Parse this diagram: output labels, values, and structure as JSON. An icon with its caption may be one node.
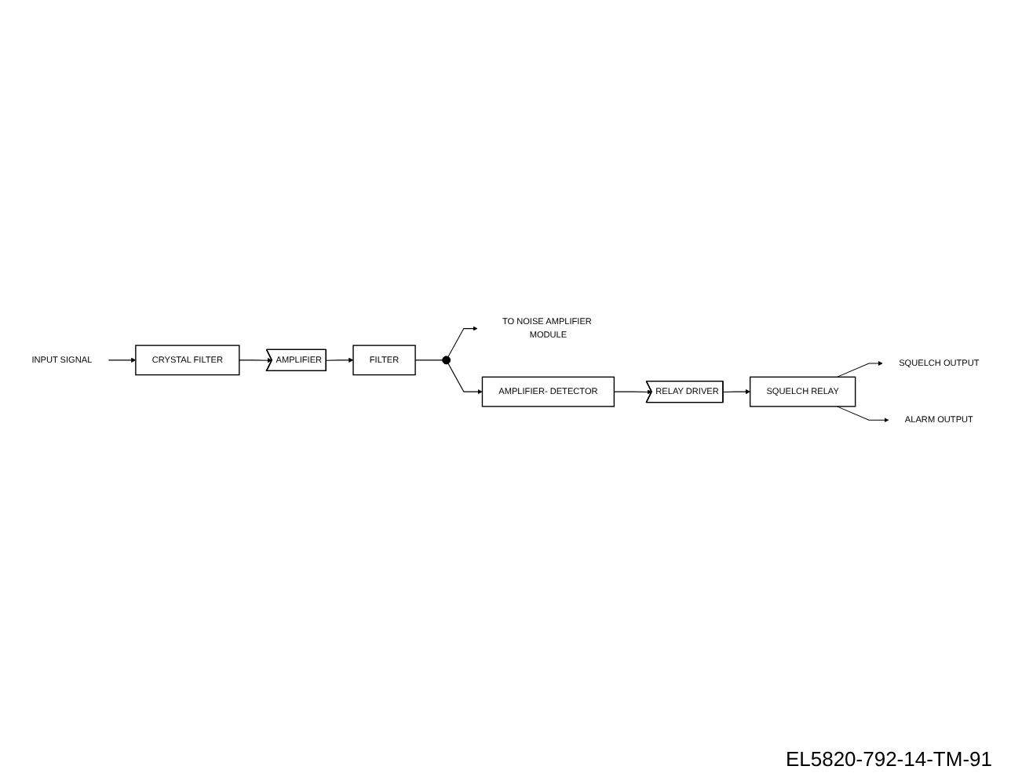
{
  "diagram": {
    "nodes": [
      {
        "text": [
          "INPUT SIGNAL"
        ]
      },
      {
        "text": [
          "CRYSTAL FILTER"
        ]
      },
      {
        "text": [
          "AMPLIFIER"
        ]
      },
      {
        "text": [
          "FILTER"
        ]
      },
      {
        "text": [],
        "shape": "circle"
      },
      {
        "text": [
          "TO NOISE AMPLIFIER MODULE"
        ]
      },
      {
        "text": [
          "AMPLIFIER- DETECTOR"
        ]
      },
      {
        "text": [
          "RELAY DRIVER"
        ]
      },
      {
        "text": [
          "SQUELCH RELAY"
        ]
      },
      {
        "text": [
          "SQUELCH OUTPUT"
        ]
      },
      {
        "text": [
          "ALARM OUTPUT"
        ]
      }
    ],
    "edges": [
      {
        "from": 0,
        "to": 1,
        "arrow": "to"
      },
      {
        "from": 1,
        "to": 2,
        "arrow": "to"
      },
      {
        "from": 2,
        "to": 3,
        "arrow": "to"
      },
      {
        "from": 3,
        "to": 4,
        "arrow": "none"
      },
      {
        "from": 4,
        "to": 5,
        "arrow": "to"
      },
      {
        "from": 4,
        "to": 6,
        "arrow": "to"
      },
      {
        "from": 6,
        "to": 7,
        "arrow": "to"
      },
      {
        "from": 7,
        "to": 8,
        "arrow": "to"
      },
      {
        "from": 8,
        "to": 9,
        "arrow": "to"
      },
      {
        "from": 8,
        "to": 10,
        "arrow": "to"
      }
    ],
    "labels": [
      "EL5820-792-14-TM-91"
    ]
  }
}
